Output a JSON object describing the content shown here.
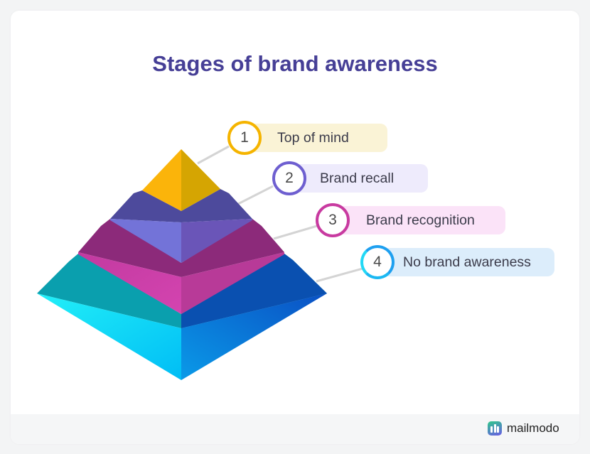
{
  "title": "Stages of brand awareness",
  "stages": [
    {
      "number": "1",
      "label": "Top of mind",
      "color": "#f5b400",
      "pill_color": "#faf3d6"
    },
    {
      "number": "2",
      "label": "Brand recall",
      "color": "#6e5fd0",
      "pill_color": "#eeebfc"
    },
    {
      "number": "3",
      "label": "Brand recognition",
      "color": "#c83aa0",
      "pill_color": "#fbe3f8"
    },
    {
      "number": "4",
      "label": "No brand awareness",
      "color": "#1ea0f0",
      "pill_color": "#dcedfb"
    }
  ],
  "footer": {
    "brand": "mailmodo"
  }
}
